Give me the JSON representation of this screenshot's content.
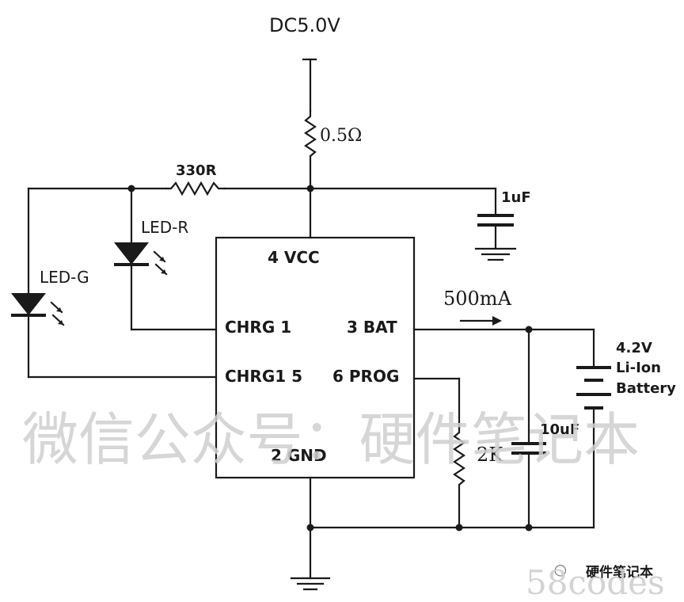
{
  "supply": {
    "label": "DC5.0V"
  },
  "resistors": {
    "sense": "0.5Ω",
    "led_limit": "330R",
    "prog": "2K"
  },
  "capacitors": {
    "input": "1uF",
    "output": "10uF"
  },
  "leds": {
    "red": "LED-R",
    "green": "LED-G"
  },
  "ic": {
    "pin_vcc": "4  VCC",
    "pin_chrg": "CHRG  1",
    "pin_bat": "3  BAT",
    "pin_chrg2": "CHRG1  5",
    "pin_prog": "6  PROG",
    "pin_gnd": "2  GND"
  },
  "current": {
    "label": "500mA"
  },
  "battery": {
    "voltage": "4.2V",
    "type": "Li-Ion",
    "name": "Battery"
  },
  "watermark": {
    "text": "微信公众号：硬件笔记本",
    "corner_small": "硬件笔记本",
    "corner_site": "58codes"
  }
}
